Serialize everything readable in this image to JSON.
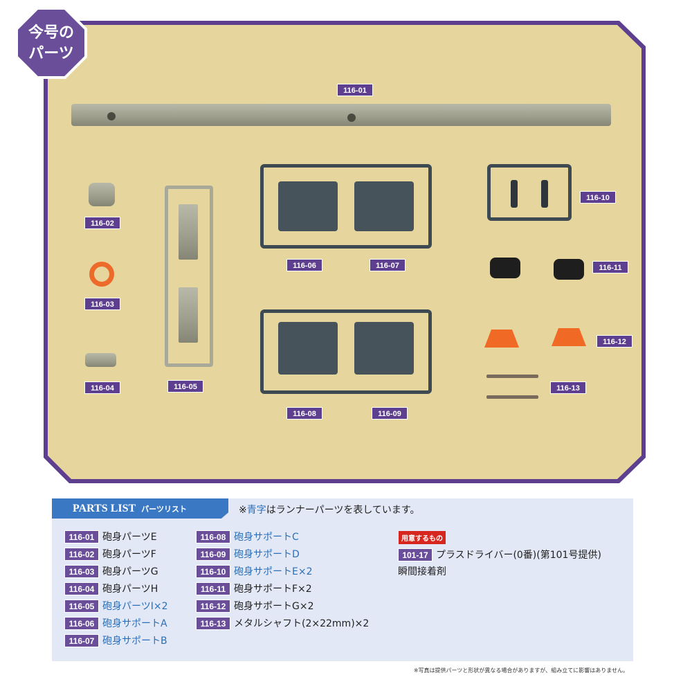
{
  "badge_title": [
    "今号の",
    "パーツ"
  ],
  "photo_labels": [
    "116-01",
    "116-02",
    "116-03",
    "116-04",
    "116-05",
    "116-06",
    "116-07",
    "116-08",
    "116-09",
    "116-10",
    "116-11",
    "116-12",
    "116-13"
  ],
  "parts_list": {
    "title": "PARTS LIST",
    "subtitle": "パーツリスト",
    "note_prefix": "※",
    "note_blue": "青字",
    "note_rest": "はランナーパーツを表しています。",
    "items": [
      {
        "code": "116-01",
        "name": "砲身パーツE",
        "runner": false
      },
      {
        "code": "116-02",
        "name": "砲身パーツF",
        "runner": false
      },
      {
        "code": "116-03",
        "name": "砲身パーツG",
        "runner": false
      },
      {
        "code": "116-04",
        "name": "砲身パーツH",
        "runner": false
      },
      {
        "code": "116-05",
        "name": "砲身パーツI×2",
        "runner": true
      },
      {
        "code": "116-06",
        "name": "砲身サポートA",
        "runner": true
      },
      {
        "code": "116-07",
        "name": "砲身サポートB",
        "runner": true
      },
      {
        "code": "116-08",
        "name": "砲身サポートC",
        "runner": true
      },
      {
        "code": "116-09",
        "name": "砲身サポートD",
        "runner": true
      },
      {
        "code": "116-10",
        "name": "砲身サポートE×2",
        "runner": true
      },
      {
        "code": "116-11",
        "name": "砲身サポートF×2",
        "runner": false
      },
      {
        "code": "116-12",
        "name": "砲身サポートG×2",
        "runner": false
      },
      {
        "code": "116-13",
        "name": "メタルシャフト(2×22mm)×2",
        "runner": false
      }
    ],
    "prepare_label": "用意するもの",
    "prepare_items": [
      {
        "code": "101-17",
        "name": "プラスドライバー(0番)(第101号提供)"
      },
      {
        "code": "",
        "name": "瞬間接着剤"
      }
    ]
  },
  "footnote": "※写真は提供パーツと形状が異なる場合がありますが、組み立てに影響はありません。",
  "colors": {
    "purple": "#6a4e9a",
    "blue": "#2a6fb8",
    "red": "#d7261e",
    "beige": "#e6d69e"
  }
}
